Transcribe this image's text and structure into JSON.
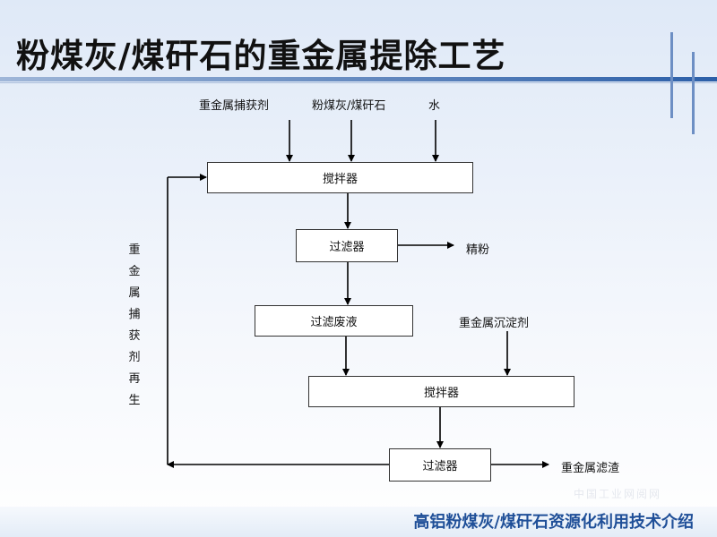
{
  "slide": {
    "title": "粉煤灰/煤矸石的重金属提除工艺",
    "footer": "高铝粉煤灰/煤矸石资源化利用技术介绍",
    "watermark": "中国工业网阅网"
  },
  "inputs": {
    "capture_agent": "重金属捕获剂",
    "raw_material": "粉煤灰/煤矸石",
    "water": "水"
  },
  "nodes": {
    "mixer_1": "搅拌器",
    "filter_1": "过滤器",
    "filtrate": "过滤废液",
    "mixer_2": "搅拌器",
    "filter_2": "过滤器"
  },
  "outputs": {
    "fine_powder": "精粉",
    "precipitant": "重金属沉淀剂",
    "residue": "重金属滤渣"
  },
  "recycle_label": [
    "重",
    "金",
    "属",
    "捕",
    "获",
    "剂",
    "再",
    "生"
  ],
  "colors": {
    "title_rule": "#2c5fa8",
    "footer_text": "#1f4f98",
    "line": "#000000"
  }
}
